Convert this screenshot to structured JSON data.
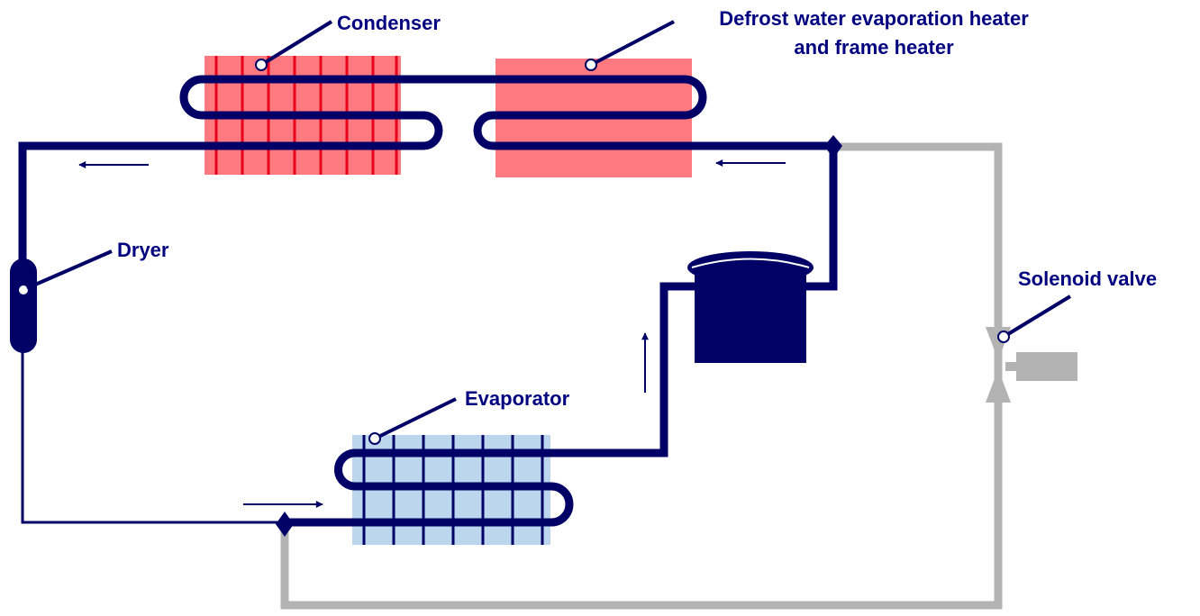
{
  "labels": {
    "condenser": "Condenser",
    "defrost_line1": "Defrost water evaporation heater",
    "defrost_line2": "and frame heater",
    "dryer": "Dryer",
    "solenoid": "Solenoid valve",
    "evaporator": "Evaporator"
  },
  "colors": {
    "pipe": "#000066",
    "bypass": "#b3b3b3",
    "heater": "#ff7a80",
    "fin_red": "#e8001a",
    "evaporator": "#bcd6ee",
    "label_text": "#000080"
  },
  "icons": {
    "compressor": "compressor-tank-icon",
    "dryer": "dryer-capsule-icon",
    "valve": "solenoid-valve-icon"
  }
}
